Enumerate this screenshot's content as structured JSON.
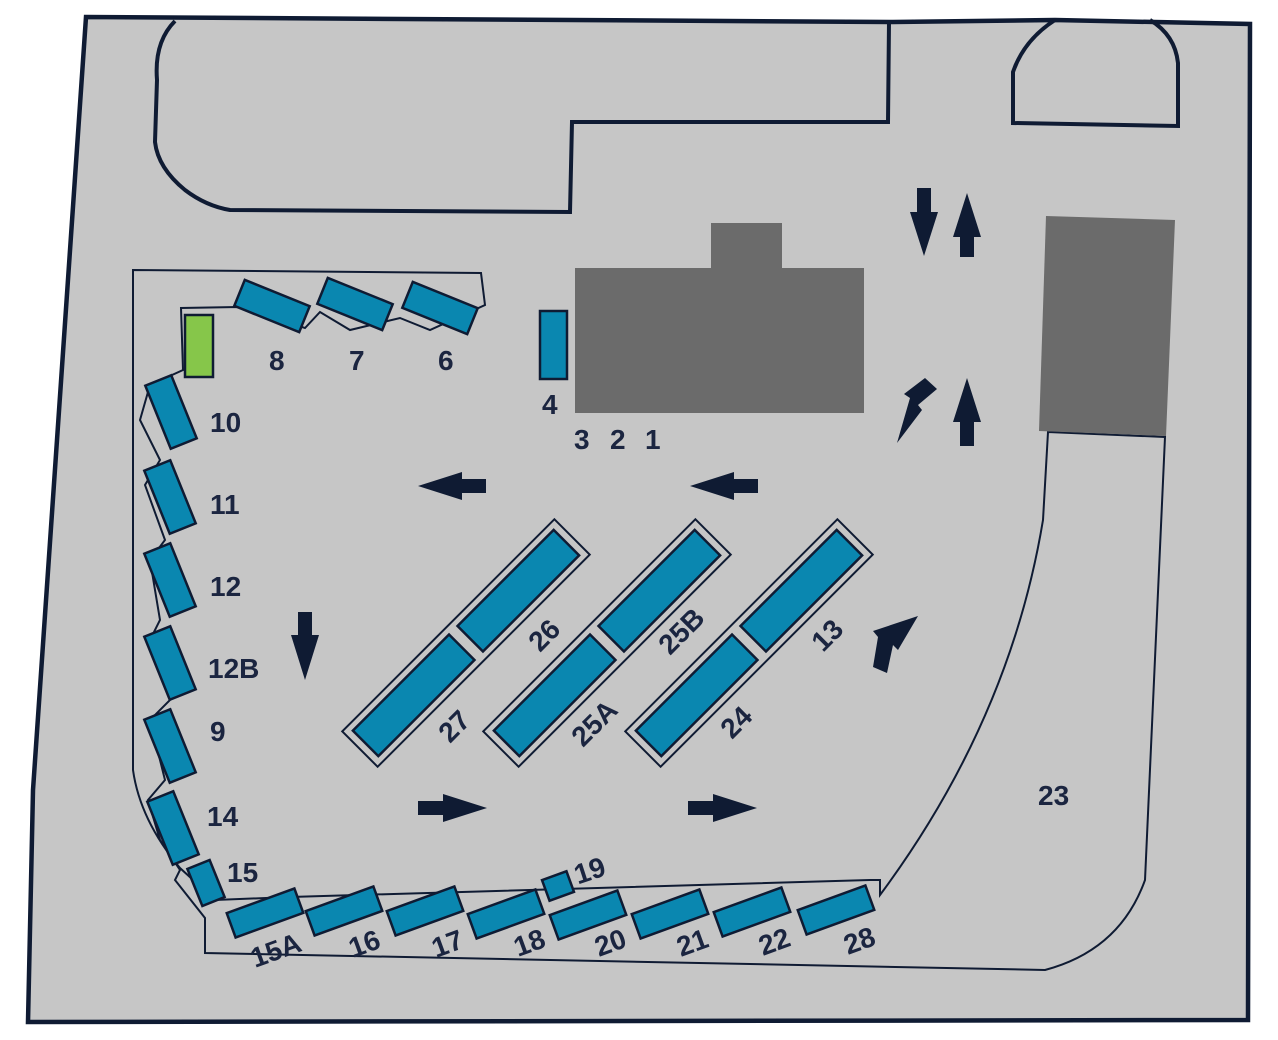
{
  "colors": {
    "ground": "#c6c6c6",
    "outline": "#0f1b33",
    "slot": "#0a87b0",
    "slot_highlight": "#86c64a",
    "building": "#6b6b6b",
    "arrow": "#0f1b33",
    "label": "#1b2540"
  },
  "labels": {
    "l8": "8",
    "l7": "7",
    "l6": "6",
    "l4": "4",
    "l3": "3",
    "l2": "2",
    "l1": "1",
    "l10": "10",
    "l11": "11",
    "l12": "12",
    "l12b": "12B",
    "l9": "9",
    "l14": "14",
    "l15": "15",
    "l15a": "15A",
    "l16": "16",
    "l17": "17",
    "l18": "18",
    "l19": "19",
    "l20": "20",
    "l21": "21",
    "l22": "22",
    "l28": "28",
    "l23": "23",
    "l26": "26",
    "l27": "27",
    "l25b": "25B",
    "l25a": "25A",
    "l13": "13",
    "l24": "24"
  },
  "icons": [
    "arrow-left-icon",
    "arrow-right-icon",
    "arrow-down-icon",
    "arrow-up-icon",
    "arrow-diagonal-icon"
  ]
}
